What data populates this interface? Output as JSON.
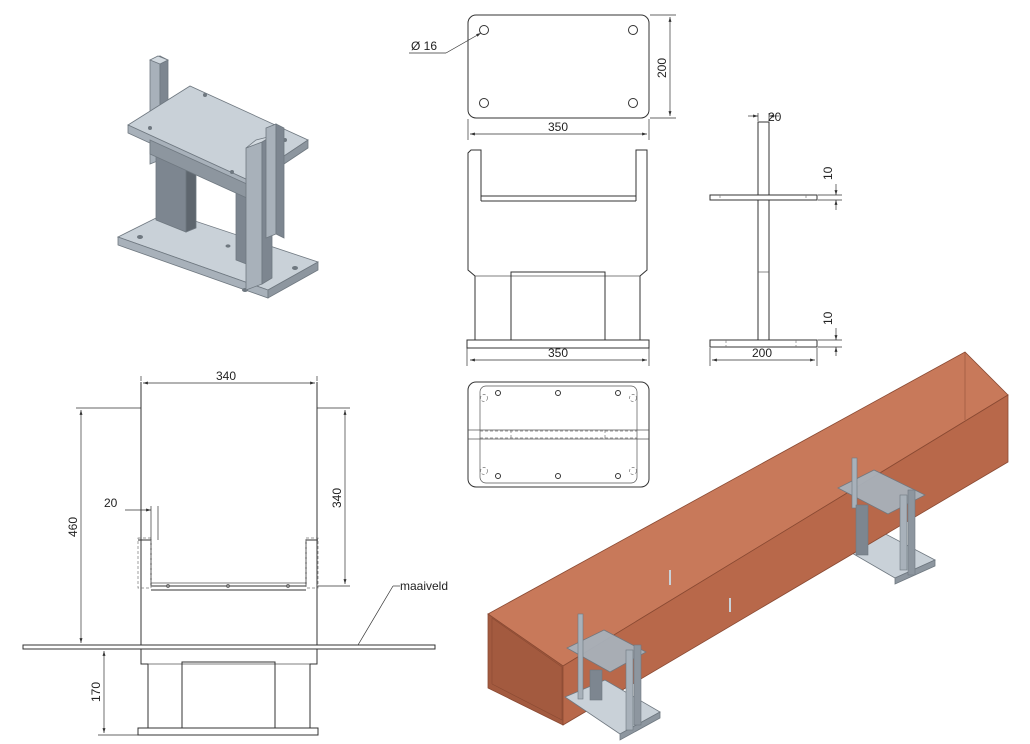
{
  "dimensions": {
    "hole_diameter": "Ø 16",
    "plate_height_200": "200",
    "plate_width_350_top": "350",
    "plate_width_350_front": "350",
    "thickness_20_side": "20",
    "thickness_10_upper": "10",
    "thickness_10_lower": "10",
    "side_width_200": "200",
    "section_width_340": "340",
    "section_height_460": "460",
    "section_inner_340": "340",
    "section_20": "20",
    "section_depth_170": "170"
  },
  "labels": {
    "ground_level": "maaiveld"
  },
  "colors": {
    "steel_light": "#c9d1d8",
    "steel_mid": "#a8b1ba",
    "steel_dark": "#7d8690",
    "beam_front": "#b8684a",
    "beam_top": "#c8795a",
    "beam_side": "#a35a3f"
  }
}
